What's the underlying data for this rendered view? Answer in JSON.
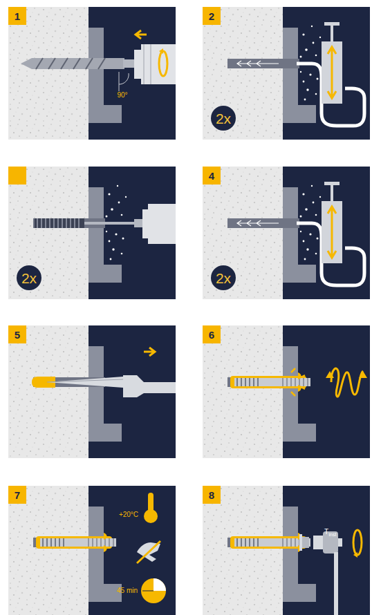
{
  "diagram": {
    "labels": [
      "1",
      "90°",
      "2",
      "2x",
      "2x",
      "4",
      "2x",
      "5",
      "6",
      "7",
      "+20°C",
      "45 min",
      "8",
      "T",
      "inst"
    ]
  }
}
